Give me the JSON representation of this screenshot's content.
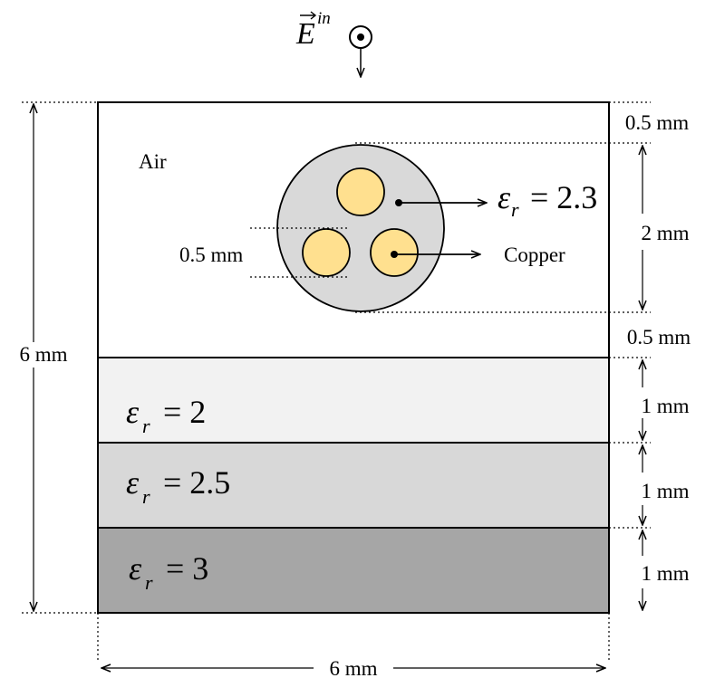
{
  "incident_field": {
    "symbol": "E",
    "superscript": "in"
  },
  "regions": {
    "air_label": "Air",
    "layer1": {
      "eps_symbol": "ε",
      "eps_sub": "r",
      "eq": "= 2",
      "fill": "#f2f2f2"
    },
    "layer2": {
      "eps_symbol": "ε",
      "eps_sub": "r",
      "eq": "= 2.5",
      "fill": "#d8d8d8"
    },
    "layer3": {
      "eps_symbol": "ε",
      "eps_sub": "r",
      "eq": "= 3",
      "fill": "#a6a6a6"
    }
  },
  "cable": {
    "jacket_fill": "#d9d9d9",
    "conductor_fill": "#ffe08f",
    "conductor_diameter_label": "0.5 mm",
    "jacket_eps": {
      "symbol": "ε",
      "sub": "r",
      "eq": "= 2.3"
    },
    "conductor_label": "Copper"
  },
  "dimensions": {
    "left_height": "6 mm",
    "bottom_width": "6 mm",
    "right": [
      "0.5 mm",
      "2 mm",
      "0.5 mm",
      "1 mm",
      "1 mm",
      "1 mm"
    ]
  }
}
